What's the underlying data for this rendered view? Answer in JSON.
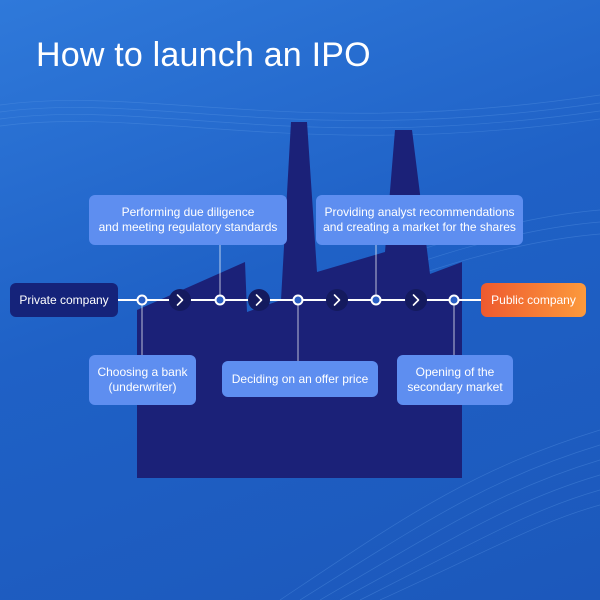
{
  "title": "How to launch an IPO",
  "timeline": {
    "start": "Private company",
    "end": "Public company",
    "steps": [
      {
        "label": "Choosing a bank\n(underwriter)",
        "position": "below"
      },
      {
        "label": "Performing due diligence\nand meeting regulatory standards",
        "position": "above"
      },
      {
        "label": "Deciding on an offer price",
        "position": "below"
      },
      {
        "label": "Providing analyst recommendations\nand creating a market for the shares",
        "position": "above"
      },
      {
        "label": "Opening of the\nsecondary market",
        "position": "below"
      }
    ]
  },
  "colors": {
    "background": "#2166cc",
    "factory": "#1b2178",
    "note_box": "#5e8ef0",
    "start_box": "#15237a",
    "end_box_from": "#ee5a2f",
    "end_box_to": "#fc9a3c",
    "line": "#ffffff"
  },
  "icons": {
    "arrow": "chevron-right-icon",
    "node": "timeline-node-icon"
  }
}
